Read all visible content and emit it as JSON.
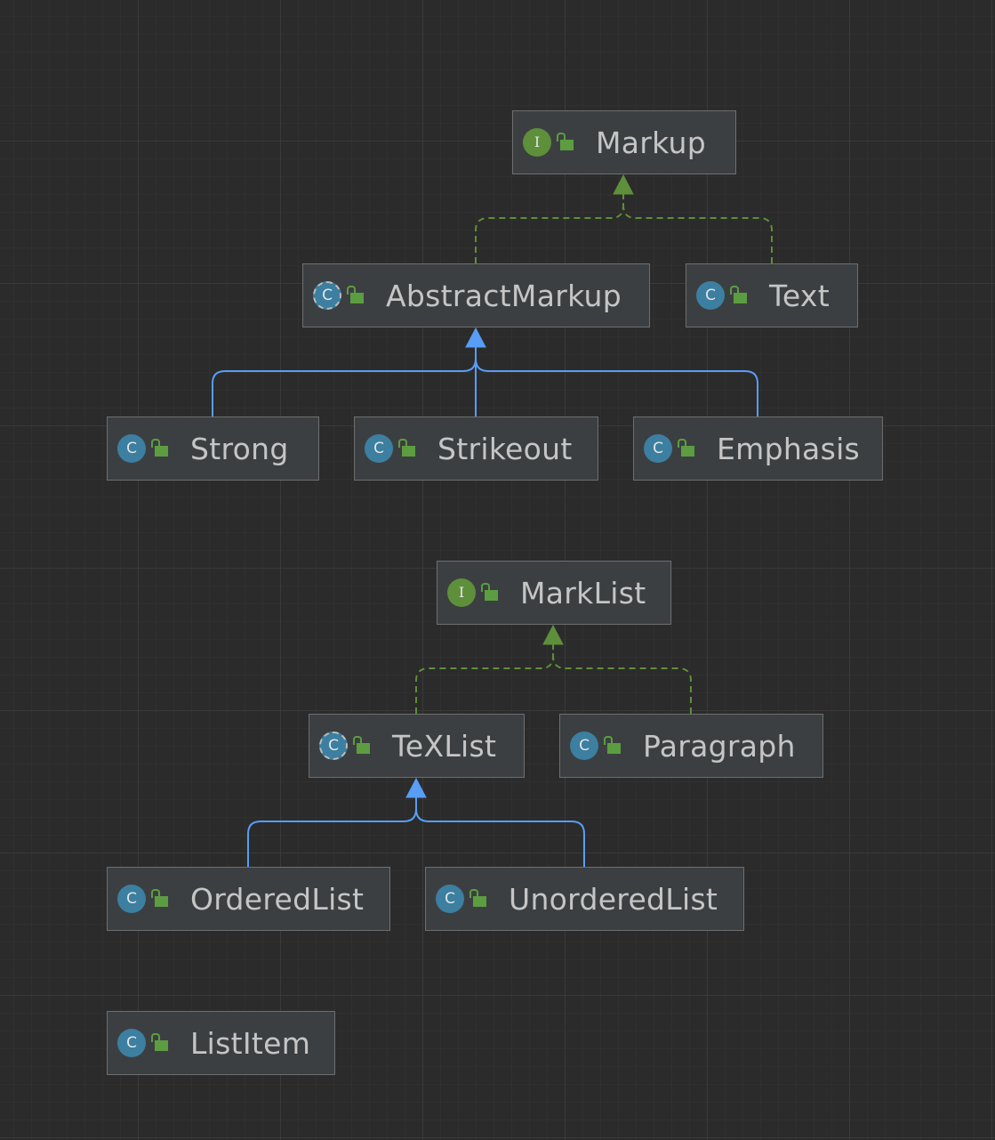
{
  "colors": {
    "background": "#2b2b2b",
    "node_fill": "#3c3f41",
    "node_border": "#6e6e6e",
    "text": "#c5c5c5",
    "interface_badge": "#5e8f3a",
    "class_badge": "#3c7fa0",
    "implements_edge": "#5e8f3a",
    "extends_edge": "#589df6"
  },
  "nodes": {
    "markup": {
      "name": "Markup",
      "kind": "interface",
      "badge": "I",
      "icon": "interface-icon"
    },
    "abstract_markup": {
      "name": "AbstractMarkup",
      "kind": "abstract-class",
      "badge": "C",
      "icon": "abstract-class-icon"
    },
    "text": {
      "name": "Text",
      "kind": "class",
      "badge": "C",
      "icon": "class-icon"
    },
    "strong": {
      "name": "Strong",
      "kind": "class",
      "badge": "C",
      "icon": "class-icon"
    },
    "strikeout": {
      "name": "Strikeout",
      "kind": "class",
      "badge": "C",
      "icon": "class-icon"
    },
    "emphasis": {
      "name": "Emphasis",
      "kind": "class",
      "badge": "C",
      "icon": "class-icon"
    },
    "mark_list": {
      "name": "MarkList",
      "kind": "interface",
      "badge": "I",
      "icon": "interface-icon"
    },
    "tex_list": {
      "name": "TeXList",
      "kind": "abstract-class",
      "badge": "C",
      "icon": "abstract-class-icon"
    },
    "paragraph": {
      "name": "Paragraph",
      "kind": "class",
      "badge": "C",
      "icon": "class-icon"
    },
    "ordered_list": {
      "name": "OrderedList",
      "kind": "class",
      "badge": "C",
      "icon": "class-icon"
    },
    "unordered_list": {
      "name": "UnorderedList",
      "kind": "class",
      "badge": "C",
      "icon": "class-icon"
    },
    "list_item": {
      "name": "ListItem",
      "kind": "class",
      "badge": "C",
      "icon": "class-icon"
    }
  },
  "edges": [
    {
      "from": "abstract_markup",
      "to": "markup",
      "type": "implements"
    },
    {
      "from": "text",
      "to": "markup",
      "type": "implements"
    },
    {
      "from": "strong",
      "to": "abstract_markup",
      "type": "extends"
    },
    {
      "from": "strikeout",
      "to": "abstract_markup",
      "type": "extends"
    },
    {
      "from": "emphasis",
      "to": "abstract_markup",
      "type": "extends"
    },
    {
      "from": "tex_list",
      "to": "mark_list",
      "type": "implements"
    },
    {
      "from": "paragraph",
      "to": "mark_list",
      "type": "implements"
    },
    {
      "from": "ordered_list",
      "to": "tex_list",
      "type": "extends"
    },
    {
      "from": "unordered_list",
      "to": "tex_list",
      "type": "extends"
    }
  ]
}
